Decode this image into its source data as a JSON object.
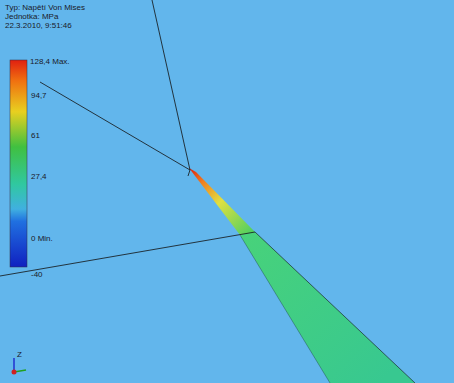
{
  "diagram": {
    "labels": [
      "Typ: Napětí Von Mises",
      "Jednotka: MPa",
      "22.3.2010, 9:51:46",
      "128,4 Max.",
      "94,7",
      "61",
      "27,4",
      "0 Min.",
      "-40",
      "Z"
    ]
  }
}
